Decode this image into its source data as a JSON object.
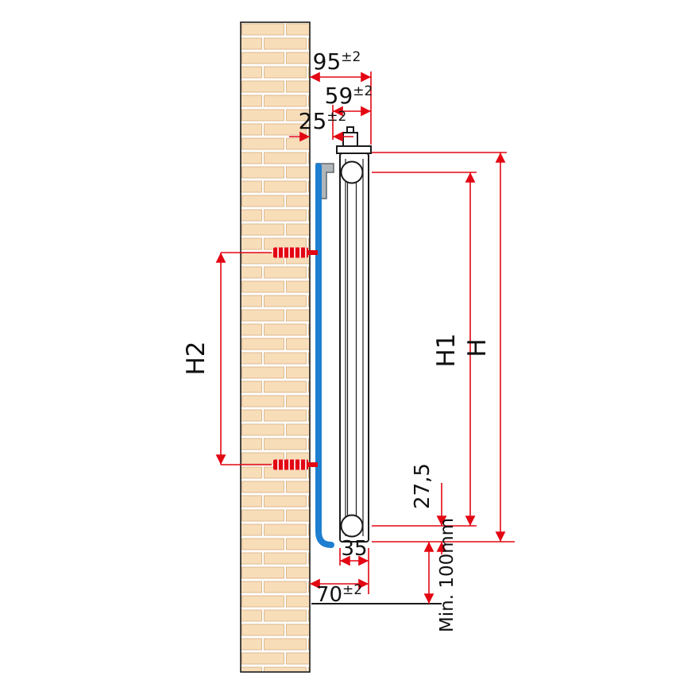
{
  "colors": {
    "dim-red": "#e30613",
    "anchor-red": "#e30613",
    "bracket-blue": "#1e7fd0",
    "brick-fill": "#f8ddb9",
    "brick-line": "#dcb98e",
    "mortar": "#ffffff",
    "line-dark": "#1a1a1a",
    "metal-gray": "#b0b6ba",
    "metal-gray-outline": "#60666b",
    "text": "#111111"
  },
  "dims": {
    "d95": {
      "value": "95",
      "tol": "±2"
    },
    "d59": {
      "value": "59",
      "tol": "±2"
    },
    "d25": {
      "value": "25",
      "tol": "±2"
    },
    "d70": {
      "value": "70",
      "tol": "±2"
    },
    "d35": {
      "value": "35"
    },
    "d275": {
      "value": "27,5"
    },
    "h": {
      "value": "H"
    },
    "h1": {
      "value": "H1"
    },
    "h2": {
      "value": "H2"
    },
    "min_clearance": {
      "value": "Min. 100mm"
    }
  }
}
